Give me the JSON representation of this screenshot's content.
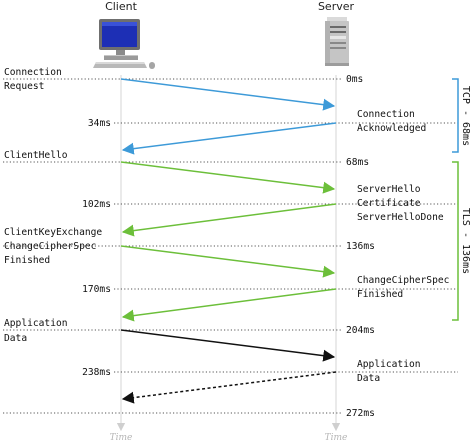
{
  "headers": {
    "client": "Client",
    "server": "Server"
  },
  "time_axis": {
    "client": "Time",
    "server": "Time"
  },
  "colors": {
    "tcp": "#3d9ad8",
    "tls": "#6cbf3a",
    "app": "#111111",
    "timeline": "#dcdcdc",
    "tcp_bracket": "#3d9ad8",
    "tls_bracket": "#6cbf3a"
  },
  "timestamps": {
    "t0": "0ms",
    "t34": "34ms",
    "t68": "68ms",
    "t102": "102ms",
    "t136": "136ms",
    "t170": "170ms",
    "t204": "204ms",
    "t238": "238ms",
    "t272": "272ms"
  },
  "client_labels": {
    "connection_request": [
      "Connection",
      "Request"
    ],
    "client_hello": "ClientHello",
    "key_exchange": [
      "ClientKeyExchange",
      "ChangeCipherSpec",
      "Finished"
    ],
    "application_data": [
      "Application",
      "Data"
    ]
  },
  "server_labels": {
    "connection_ack": [
      "Connection",
      "Acknowledged"
    ],
    "server_hello": [
      "ServerHello",
      "Certificate",
      "ServerHelloDone"
    ],
    "change_cipher": [
      "ChangeCipherSpec",
      "Finished"
    ],
    "application_data": [
      "Application",
      "Data"
    ]
  },
  "brackets": {
    "tcp": "TCP - 68ms",
    "tls": "TLS - 136ms"
  }
}
